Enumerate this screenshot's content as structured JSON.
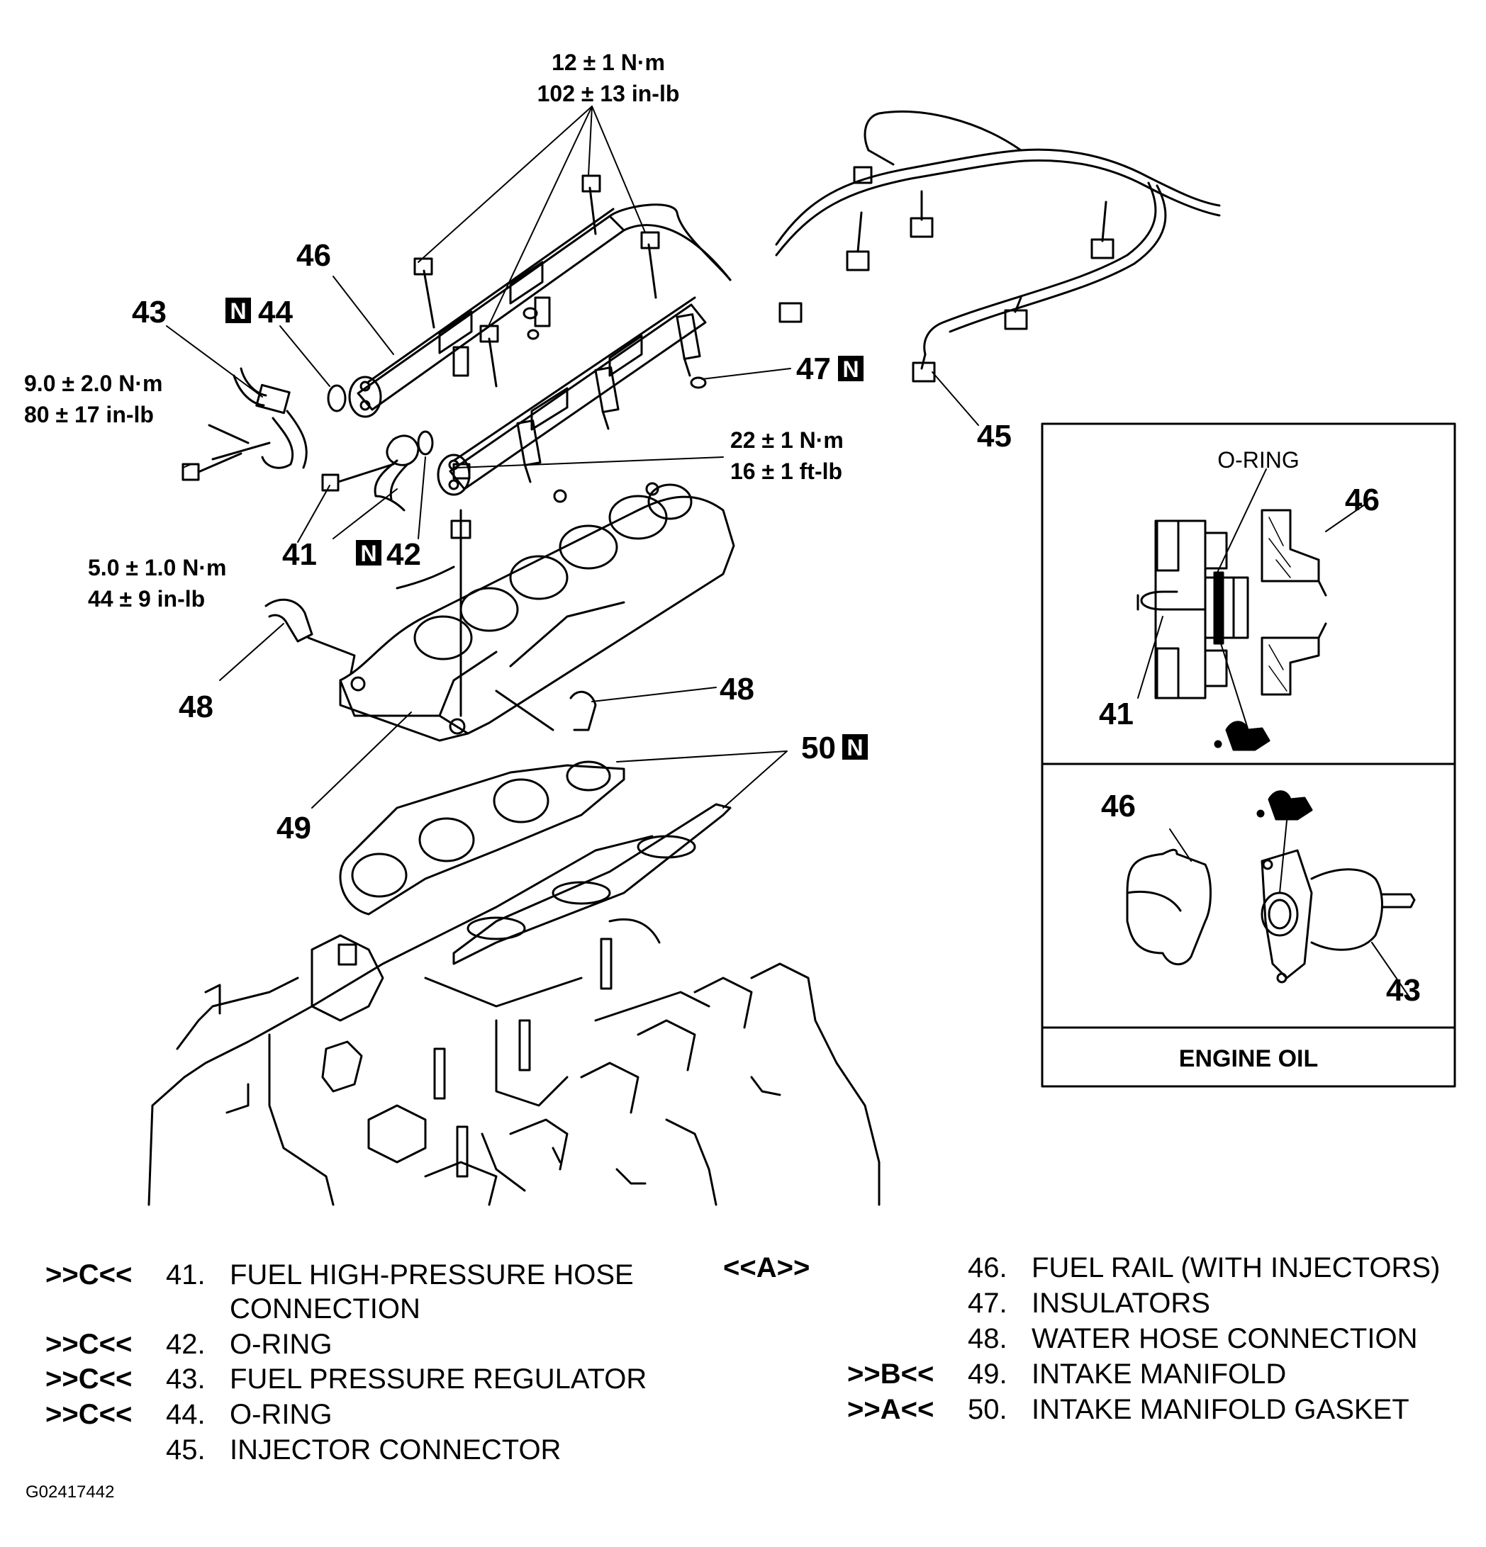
{
  "torque": {
    "rail_bolts": [
      "12 ± 1 N·m",
      "102 ± 13 in-lb"
    ],
    "regulator_bolt": [
      "9.0 ± 2.0 N·m",
      "80 ± 17 in-lb"
    ],
    "hose_bolt": [
      "5.0 ± 1.0 N·m",
      "44 ± 9 in-lb"
    ],
    "manifold_nut": [
      "22 ± 1 N·m",
      "16 ± 1 ft-lb"
    ]
  },
  "callouts": {
    "c41": "41",
    "c42": "42",
    "c43": "43",
    "c44": "44",
    "c45": "45",
    "c46": "46",
    "c47": "47",
    "c48a": "48",
    "c48b": "48",
    "c49": "49",
    "c50": "50",
    "new_badge": "N"
  },
  "inset": {
    "oring": "O-RING",
    "c46_top": "46",
    "c41": "41",
    "c46_bottom": "46",
    "c43": "43",
    "footer": "ENGINE OIL"
  },
  "legend": {
    "left": [
      {
        "code": ">>C<<",
        "num": "41.",
        "text": "FUEL HIGH-PRESSURE HOSE",
        "cont": "CONNECTION"
      },
      {
        "code": ">>C<<",
        "num": "42.",
        "text": "O-RING"
      },
      {
        "code": ">>C<<",
        "num": "43.",
        "text": "FUEL PRESSURE REGULATOR"
      },
      {
        "code": ">>C<<",
        "num": "44.",
        "text": "O-RING"
      },
      {
        "code": "",
        "num": "45.",
        "text": "INJECTOR CONNECTOR"
      }
    ],
    "right": [
      {
        "code": "<<A>>",
        "num": "46.",
        "text": "FUEL RAIL (WITH INJECTORS)"
      },
      {
        "code": "",
        "num": "47.",
        "text": "INSULATORS"
      },
      {
        "code": "",
        "num": "48.",
        "text": "WATER HOSE CONNECTION"
      },
      {
        "code": ">>B<<",
        "num": "49.",
        "text": "INTAKE MANIFOLD"
      },
      {
        "code": ">>A<<",
        "num": "50.",
        "text": "INTAKE MANIFOLD GASKET"
      }
    ]
  },
  "figure_id": "G02417442"
}
